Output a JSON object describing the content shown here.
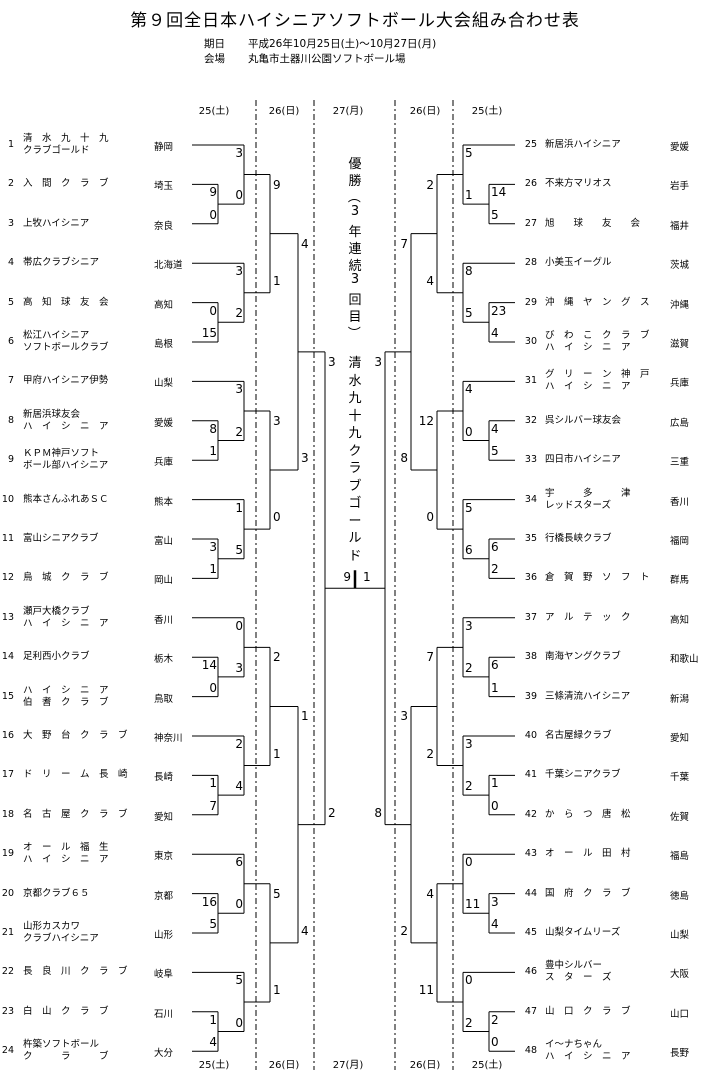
{
  "title": "第９回全日本ハイシニアソフトボール大会組み合わせ表",
  "meta": {
    "date_label": "期日",
    "date_value": "平成26年10月25日(土)～10月27日(月)",
    "venue_label": "会場",
    "venue_value": "丸亀市土器川公園ソフトボール場"
  },
  "headers": {
    "d25": "25(土)",
    "d26": "26(日)",
    "d27": "27(月)"
  },
  "champion": {
    "label": "優勝（3年連続3回目）",
    "team": "清水九十九クラブゴールド"
  },
  "left_teams": [
    {
      "num": "1",
      "lines": [
        "清　水　九　十　九",
        "クラブゴールド"
      ],
      "pref": "静岡"
    },
    {
      "num": "2",
      "lines": [
        "入　間　ク　ラ　ブ"
      ],
      "pref": "埼玉"
    },
    {
      "num": "3",
      "lines": [
        "上牧ハイシニア"
      ],
      "pref": "奈良"
    },
    {
      "num": "4",
      "lines": [
        "帯広クラブシニア"
      ],
      "pref": "北海道"
    },
    {
      "num": "5",
      "lines": [
        "高　知　球　友　会"
      ],
      "pref": "高知"
    },
    {
      "num": "6",
      "lines": [
        "松江ハイシニア",
        "ソフトボールクラブ"
      ],
      "pref": "島根"
    },
    {
      "num": "7",
      "lines": [
        "甲府ハイシニア伊勢"
      ],
      "pref": "山梨"
    },
    {
      "num": "8",
      "lines": [
        "新居浜球友会",
        "ハ　イ　シ　ニ　ア"
      ],
      "pref": "愛媛"
    },
    {
      "num": "9",
      "lines": [
        "ＫＰＭ神戸ソフト",
        "ボール部ハイシニア"
      ],
      "pref": "兵庫"
    },
    {
      "num": "10",
      "lines": [
        "熊本さんふれあＳＣ"
      ],
      "pref": "熊本"
    },
    {
      "num": "11",
      "lines": [
        "富山シニアクラブ"
      ],
      "pref": "富山"
    },
    {
      "num": "12",
      "lines": [
        "烏　城　ク　ラ　ブ"
      ],
      "pref": "岡山"
    },
    {
      "num": "13",
      "lines": [
        "瀬戸大橋クラブ",
        "ハ　イ　シ　ニ　ア"
      ],
      "pref": "香川"
    },
    {
      "num": "14",
      "lines": [
        "足利西小クラブ"
      ],
      "pref": "栃木"
    },
    {
      "num": "15",
      "lines": [
        "ハ　イ　シ　ニ　ア",
        "伯　耆　ク　ラ　ブ"
      ],
      "pref": "鳥取"
    },
    {
      "num": "16",
      "lines": [
        "大　野　台　ク　ラ　ブ"
      ],
      "pref": "神奈川"
    },
    {
      "num": "17",
      "lines": [
        "ド　リ　ー　ム　長　崎"
      ],
      "pref": "長崎"
    },
    {
      "num": "18",
      "lines": [
        "名　古　屋　ク　ラ　ブ"
      ],
      "pref": "愛知"
    },
    {
      "num": "19",
      "lines": [
        "オ　ー　ル　福　生",
        "ハ　イ　シ　ニ　ア"
      ],
      "pref": "東京"
    },
    {
      "num": "20",
      "lines": [
        "京都クラブ６５"
      ],
      "pref": "京都"
    },
    {
      "num": "21",
      "lines": [
        "山形カスカワ",
        "クラブハイシニア"
      ],
      "pref": "山形"
    },
    {
      "num": "22",
      "lines": [
        "長　良　川　ク　ラ　ブ"
      ],
      "pref": "岐阜"
    },
    {
      "num": "23",
      "lines": [
        "白　山　ク　ラ　ブ"
      ],
      "pref": "石川"
    },
    {
      "num": "24",
      "lines": [
        "杵築ソフトボール",
        "ク　　　ラ　　　ブ"
      ],
      "pref": "大分"
    }
  ],
  "right_teams": [
    {
      "num": "25",
      "lines": [
        "新居浜ハイシニア"
      ],
      "pref": "愛媛"
    },
    {
      "num": "26",
      "lines": [
        "不来方マリオス"
      ],
      "pref": "岩手"
    },
    {
      "num": "27",
      "lines": [
        "旭　　球　　友　　会"
      ],
      "pref": "福井"
    },
    {
      "num": "28",
      "lines": [
        "小美玉イーグル"
      ],
      "pref": "茨城"
    },
    {
      "num": "29",
      "lines": [
        "沖　縄　ヤ　ン　グ　ス"
      ],
      "pref": "沖縄"
    },
    {
      "num": "30",
      "lines": [
        "び　わ　こ　ク　ラ　ブ",
        "ハ　イ　シ　ニ　ア"
      ],
      "pref": "滋賀"
    },
    {
      "num": "31",
      "lines": [
        "グ　リ　ー　ン　神　戸",
        "ハ　イ　シ　ニ　ア"
      ],
      "pref": "兵庫"
    },
    {
      "num": "32",
      "lines": [
        "呉シルバー球友会"
      ],
      "pref": "広島"
    },
    {
      "num": "33",
      "lines": [
        "四日市ハイシニア"
      ],
      "pref": "三重"
    },
    {
      "num": "34",
      "lines": [
        "宇　　　多　　　津",
        "レッドスターズ"
      ],
      "pref": "香川"
    },
    {
      "num": "35",
      "lines": [
        "行橋長峡クラブ"
      ],
      "pref": "福岡"
    },
    {
      "num": "36",
      "lines": [
        "倉　賀　野　ソ　フ　ト"
      ],
      "pref": "群馬"
    },
    {
      "num": "37",
      "lines": [
        "ア　ル　テ　ッ　ク"
      ],
      "pref": "高知"
    },
    {
      "num": "38",
      "lines": [
        "南海ヤングクラブ"
      ],
      "pref": "和歌山"
    },
    {
      "num": "39",
      "lines": [
        "三條清流ハイシニア"
      ],
      "pref": "新潟"
    },
    {
      "num": "40",
      "lines": [
        "名古屋緑クラブ"
      ],
      "pref": "愛知"
    },
    {
      "num": "41",
      "lines": [
        "千葉シニアクラブ"
      ],
      "pref": "千葉"
    },
    {
      "num": "42",
      "lines": [
        "か　ら　つ　唐　松"
      ],
      "pref": "佐賀"
    },
    {
      "num": "43",
      "lines": [
        "オ　ー　ル　田　村"
      ],
      "pref": "福島"
    },
    {
      "num": "44",
      "lines": [
        "国　府　ク　ラ　ブ"
      ],
      "pref": "徳島"
    },
    {
      "num": "45",
      "lines": [
        "山梨タイムリーズ"
      ],
      "pref": "山梨"
    },
    {
      "num": "46",
      "lines": [
        "豊中シルバー",
        "ス　タ　ー　ズ"
      ],
      "pref": "大阪"
    },
    {
      "num": "47",
      "lines": [
        "山　口　ク　ラ　ブ"
      ],
      "pref": "山口"
    },
    {
      "num": "48",
      "lines": [
        "イ～ナちゃん",
        "ハ　イ　シ　ニ　ア"
      ],
      "pref": "長野"
    }
  ],
  "left_scores": {
    "r1": [
      [
        "9",
        "0"
      ],
      [
        "0",
        "15"
      ],
      [
        "8",
        "1"
      ],
      [
        "3",
        "1"
      ],
      [
        "14",
        "0"
      ],
      [
        "1",
        "7"
      ],
      [
        "16",
        "5"
      ],
      [
        "1",
        "4"
      ]
    ],
    "r2": [
      [
        "3",
        "0"
      ],
      [
        "3",
        "2"
      ],
      [
        "3",
        "2"
      ],
      [
        "1",
        "5"
      ],
      [
        "0",
        "3"
      ],
      [
        "2",
        "4"
      ],
      [
        "6",
        "0"
      ],
      [
        "5",
        "0"
      ]
    ],
    "r3": [
      [
        "9",
        "1"
      ],
      [
        "3",
        "0"
      ],
      [
        "2",
        "1"
      ],
      [
        "5",
        "1"
      ]
    ],
    "r4": [
      [
        "4",
        "3"
      ],
      [
        "1",
        "4"
      ]
    ],
    "r5": [
      [
        "3",
        "2"
      ]
    ],
    "final": "9"
  },
  "right_scores": {
    "r1": [
      [
        "14",
        "5"
      ],
      [
        "23",
        "4"
      ],
      [
        "4",
        "5"
      ],
      [
        "6",
        "2"
      ],
      [
        "6",
        "1"
      ],
      [
        "1",
        "0"
      ],
      [
        "3",
        "4"
      ],
      [
        "2",
        "0"
      ]
    ],
    "r2": [
      [
        "5",
        "1"
      ],
      [
        "8",
        "5"
      ],
      [
        "4",
        "0"
      ],
      [
        "5",
        "6"
      ],
      [
        "3",
        "2"
      ],
      [
        "3",
        "2"
      ],
      [
        "0",
        "11"
      ],
      [
        "0",
        "2"
      ]
    ],
    "r3": [
      [
        "2",
        "4"
      ],
      [
        "12",
        "0"
      ],
      [
        "7",
        "2"
      ],
      [
        "4",
        "11"
      ]
    ],
    "r4": [
      [
        "7",
        "8"
      ],
      [
        "3",
        "2"
      ]
    ],
    "r5": [
      [
        "3",
        "8"
      ]
    ],
    "final": "1"
  }
}
